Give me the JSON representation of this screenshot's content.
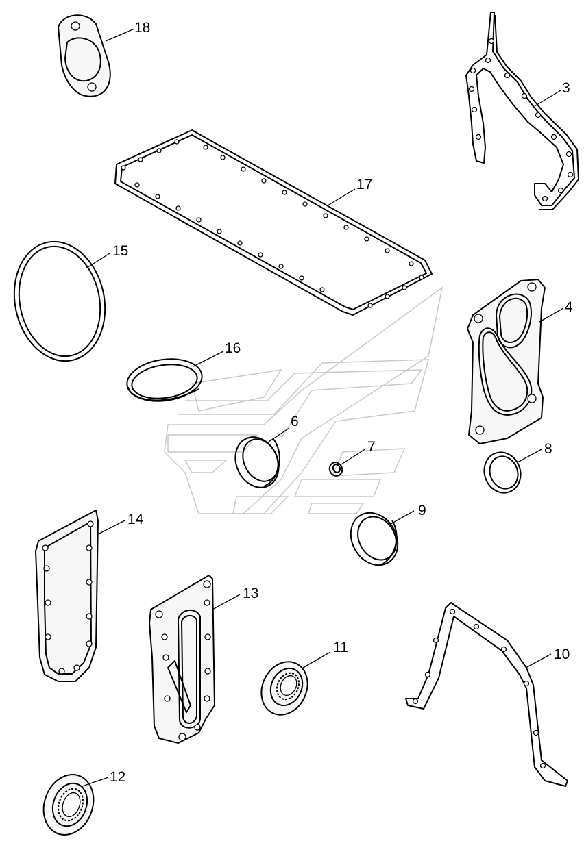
{
  "callouts": {
    "c3": "3",
    "c4": "4",
    "c6": "6",
    "c7": "7",
    "c8": "8",
    "c9": "9",
    "c10": "10",
    "c11": "11",
    "c12": "12",
    "c13": "13",
    "c14": "14",
    "c15": "15",
    "c16": "16",
    "c17": "17",
    "c18": "18"
  }
}
